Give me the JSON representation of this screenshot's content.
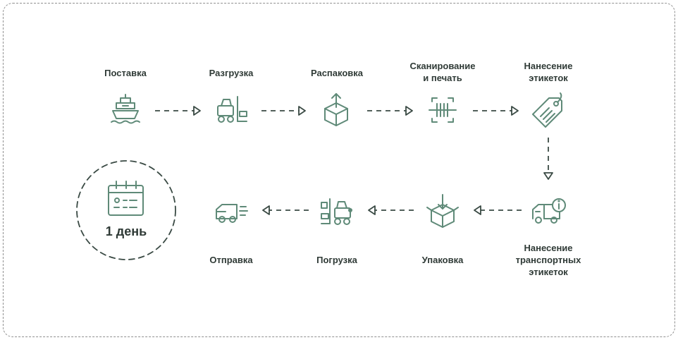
{
  "steps": {
    "delivery": "Поставка",
    "unloading": "Разгрузка",
    "unpacking": "Распаковка",
    "scanning_line1": "Сканирование",
    "scanning_line2": "и печать",
    "labeling_line1": "Нанесение",
    "labeling_line2": "этикеток",
    "transport_labeling_line1": "Нанесение",
    "transport_labeling_line2": "транспортных",
    "transport_labeling_line3": "этикеток",
    "packing": "Упаковка",
    "loading": "Погрузка",
    "shipping": "Отправка"
  },
  "duration": "1 день",
  "colors": {
    "icon": "#5f8a78",
    "arrow": "#3a4a44",
    "text": "#2f3a36",
    "frame": "#8f8f8f"
  }
}
